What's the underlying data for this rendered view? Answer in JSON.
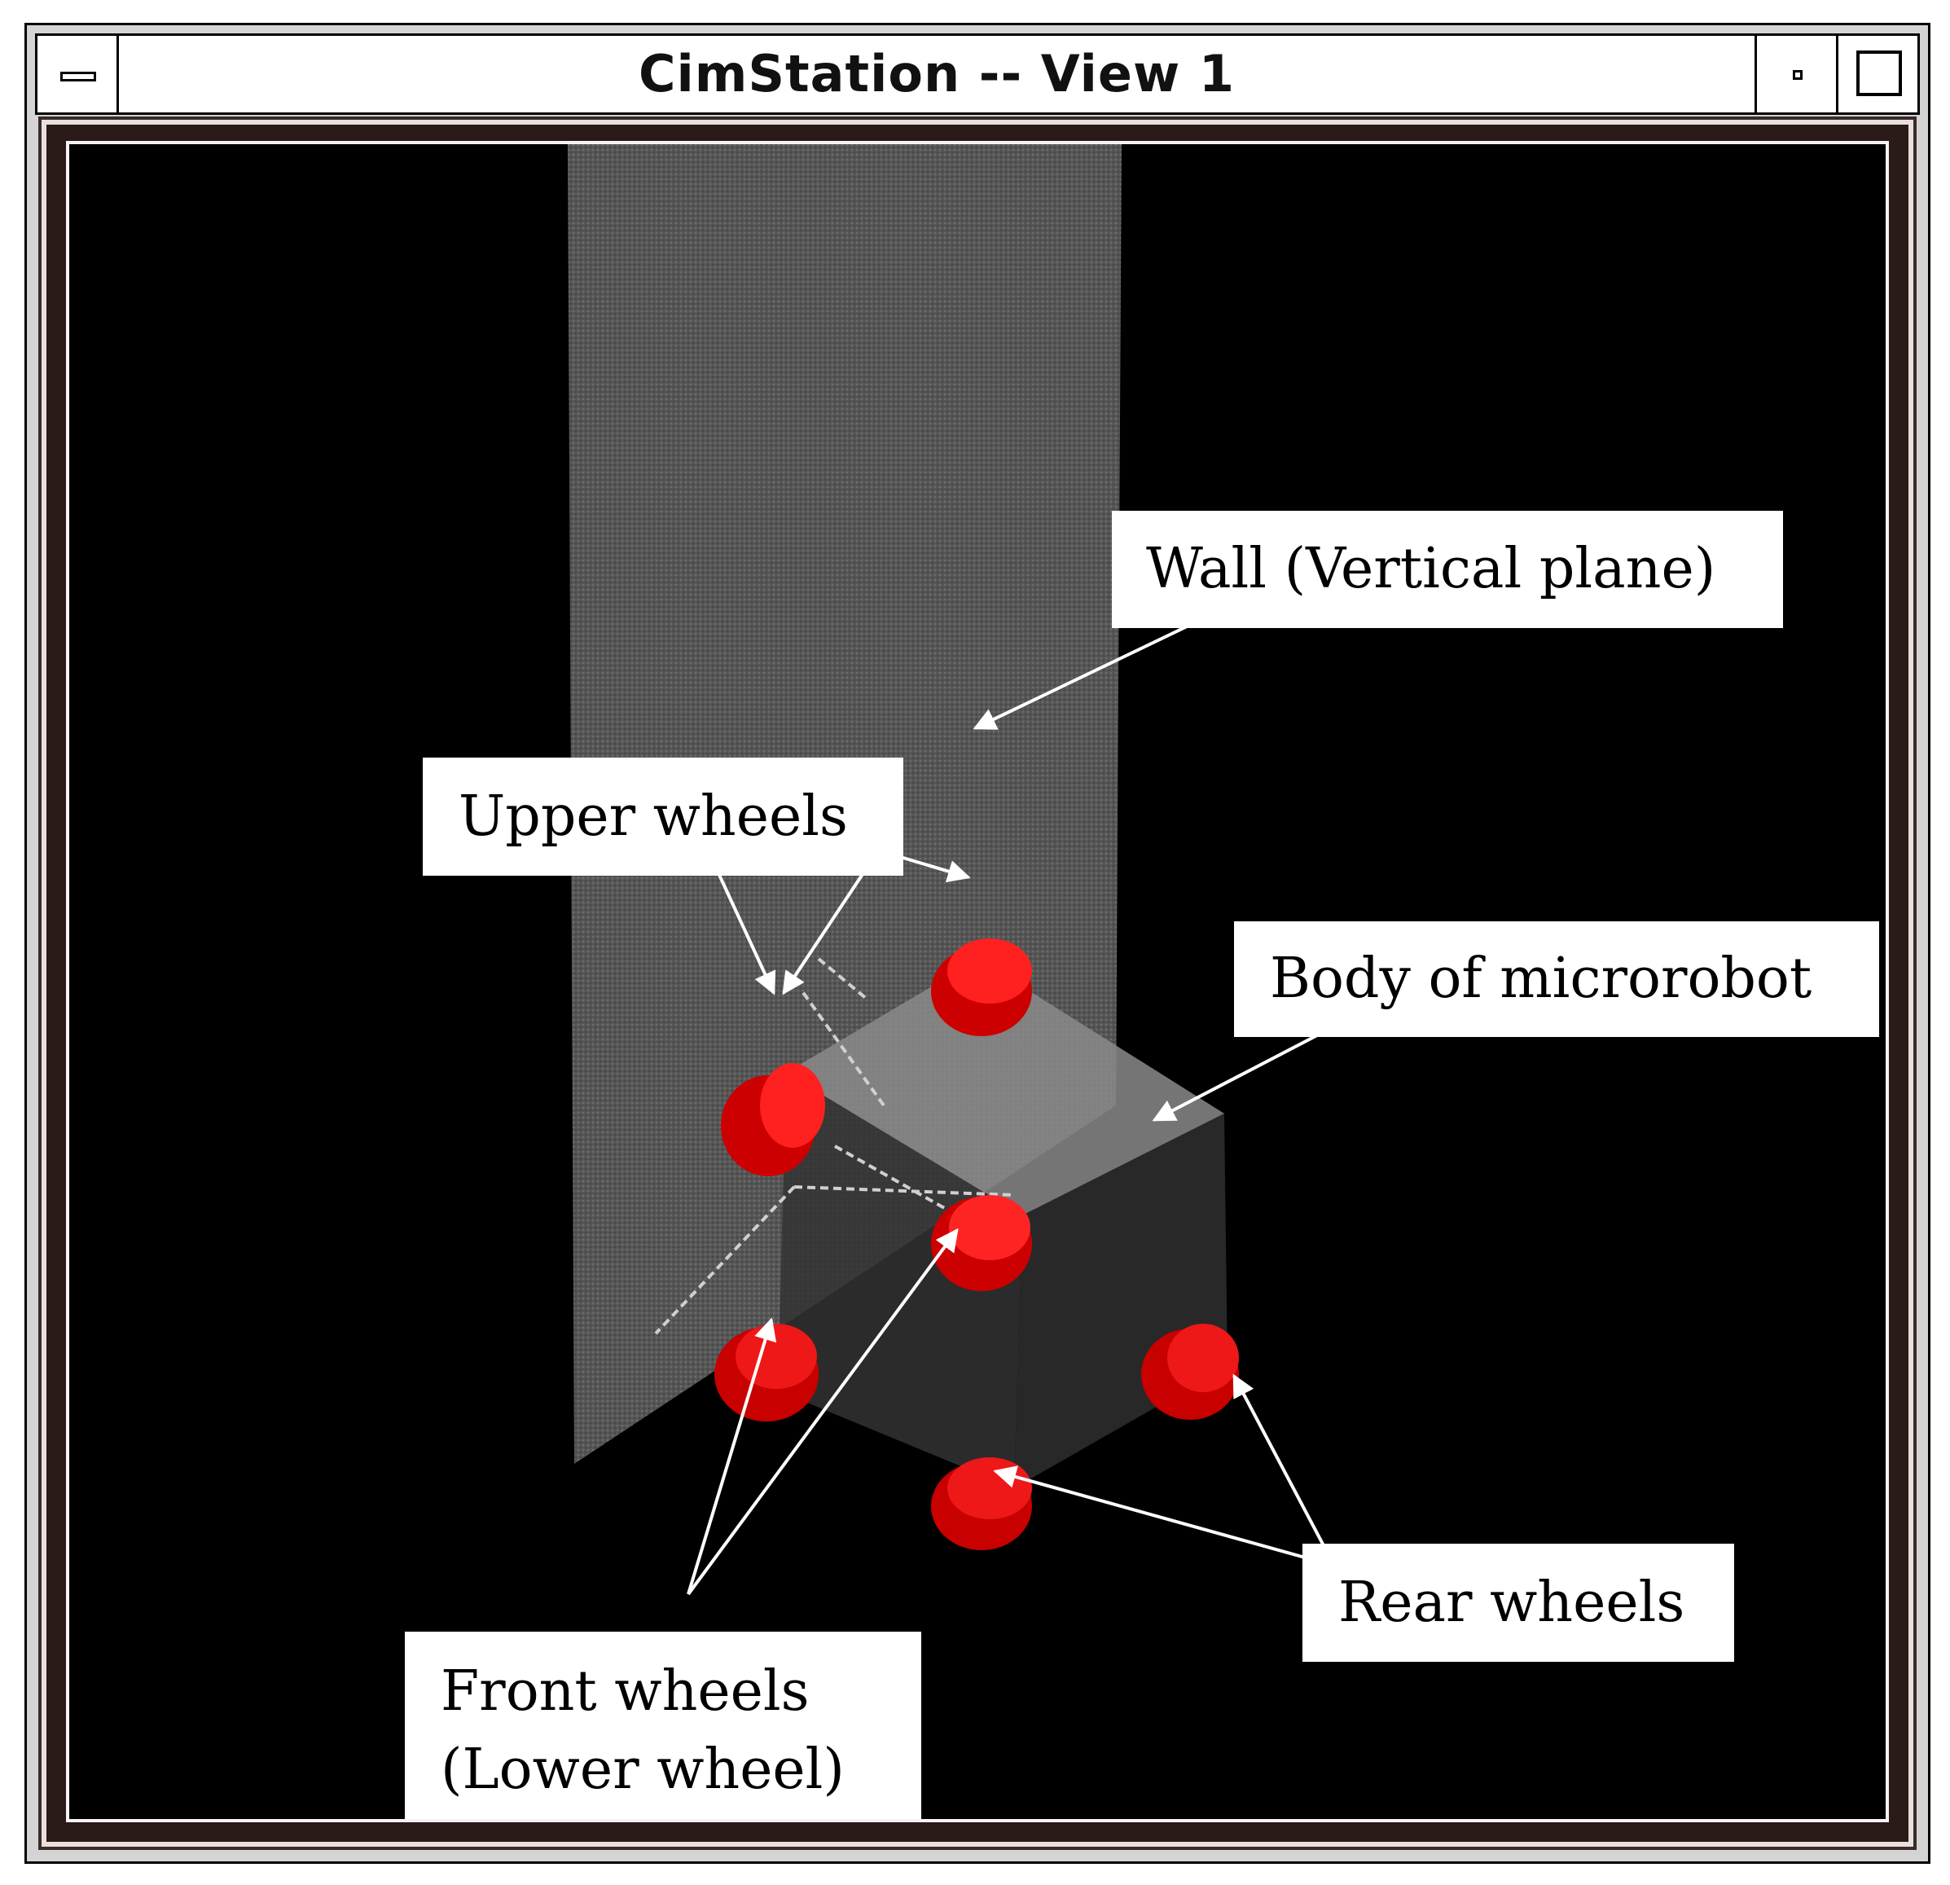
{
  "window": {
    "title": "CimStation -- View 1",
    "icons": {
      "menu": "window-menu-icon",
      "minimize": "minimize-icon",
      "maximize": "maximize-icon"
    }
  },
  "viewport": {
    "background": "#000000",
    "wall_color": "#6a6a6a",
    "body_color": "#7a7a7a",
    "wheel_color": "#ee1111"
  },
  "labels": {
    "wall": "Wall (Vertical plane)",
    "upper": "Upper wheels",
    "body": "Body of microrobot",
    "rear": "Rear wheels",
    "front_line1": "Front wheels",
    "front_line2": "(Lower wheel)"
  }
}
